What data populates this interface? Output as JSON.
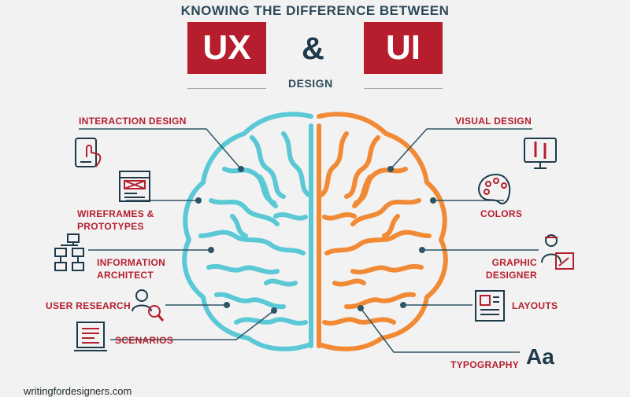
{
  "header": {
    "headline": "KNOWING THE DIFFERENCE BETWEEN",
    "ux": "UX",
    "amp": "&",
    "ui": "UI",
    "subtitle": "DESIGN"
  },
  "ux_items": [
    {
      "line1": "INTERACTION DESIGN",
      "line2": ""
    },
    {
      "line1": "WIREFRAMES &",
      "line2": "PROTOTYPES"
    },
    {
      "line1": "INFORMATION",
      "line2": "ARCHITECT"
    },
    {
      "line1": "USER RESEARCH",
      "line2": ""
    },
    {
      "line1": "SCENARIOS",
      "line2": ""
    }
  ],
  "ui_items": [
    {
      "line1": "VISUAL DESIGN",
      "line2": ""
    },
    {
      "line1": "COLORS",
      "line2": ""
    },
    {
      "line1": "GRAPHIC",
      "line2": "DESIGNER"
    },
    {
      "line1": "LAYOUTS",
      "line2": ""
    },
    {
      "line1": "TYPOGRAPHY",
      "line2": ""
    }
  ],
  "typography_glyph": "Aa",
  "footer": "writingfordesigners.com",
  "colors": {
    "accent": "#b71e2d",
    "navy": "#1e3a4a",
    "ux_brain": "#5bc8d6",
    "ui_brain": "#f28a35",
    "line": "#2d5566"
  },
  "icons": [
    "touch-tablet-icon",
    "wireframe-icon",
    "sitemap-icon",
    "user-search-icon",
    "scenario-document-icon",
    "monitor-tools-icon",
    "palette-icon",
    "designer-icon",
    "layout-icon",
    "typography-icon"
  ]
}
